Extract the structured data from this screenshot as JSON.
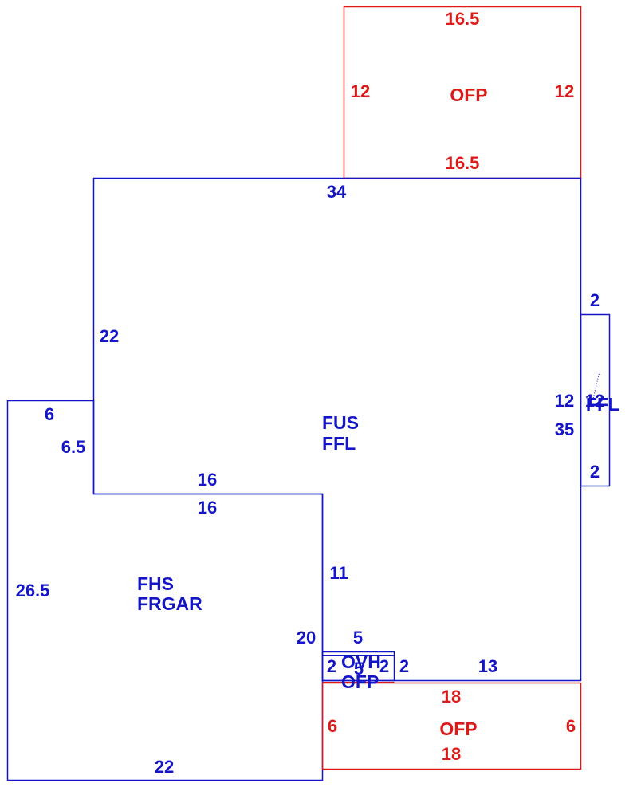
{
  "colors": {
    "blue": "#1515c8",
    "red": "#dd1a1a",
    "background": "#ffffff"
  },
  "areas": {
    "main": {
      "labels": [
        "FUS",
        "FFL"
      ]
    },
    "garage": {
      "labels": [
        "FHS",
        "FRGAR"
      ]
    },
    "porch_top": {
      "label": "OFP"
    },
    "porch_bottom": {
      "label": "OFP"
    },
    "bay": {
      "label": "FFL"
    },
    "stoop": {
      "labels": [
        "OVH",
        "OFP"
      ]
    }
  },
  "dimensions": {
    "porch_top": {
      "top": "16.5",
      "left": "12",
      "right": "12",
      "bottom": "16.5"
    },
    "main": {
      "top": "34",
      "left": "22",
      "right_upper": "12",
      "right_lower": "35",
      "step_top": "16",
      "step_side": "11",
      "bottom": "13"
    },
    "garage": {
      "top": "6",
      "upper_side": "6.5",
      "left": "26.5",
      "inner_top": "16",
      "right": "20",
      "bottom": "22"
    },
    "bay": {
      "top": "2",
      "side": "12",
      "bottom": "2"
    },
    "stoop": {
      "top": "5",
      "left": "2",
      "right": "2",
      "inner": "5"
    },
    "porch_bottom": {
      "top": "18",
      "left": "6",
      "right": "6",
      "bottom": "18"
    }
  }
}
